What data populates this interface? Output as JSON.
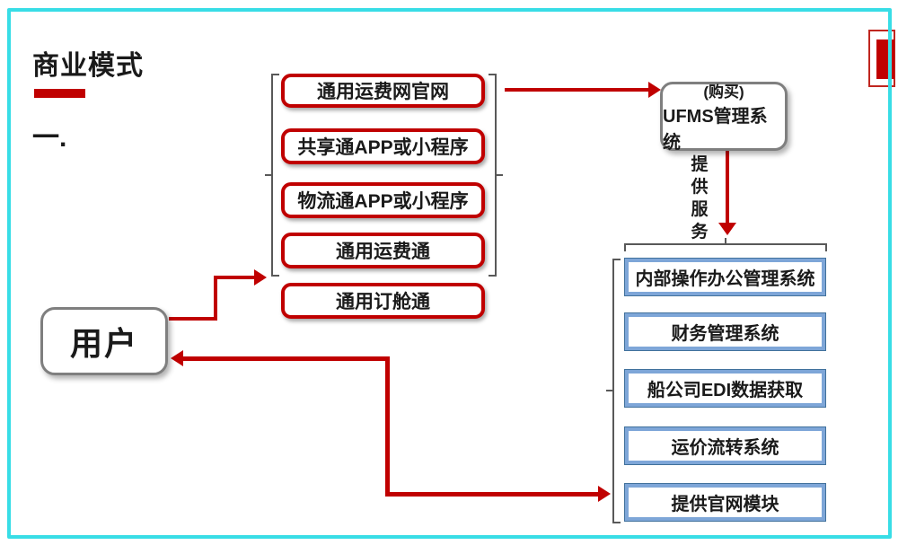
{
  "page": {
    "title": "商业模式",
    "subtitle": "一.",
    "border_color": "#38dde6",
    "accent_red": "#c00000",
    "box_gray_border": "#7f7f7f",
    "blue_border": "#41719c"
  },
  "user_box": {
    "label": "用户"
  },
  "products": {
    "items": [
      "通用运费网官网",
      "共享通APP或小程序",
      "物流通APP或小程序",
      "通用运费通",
      "通用订舱通"
    ]
  },
  "ufms_box": {
    "line1": "(购买)",
    "line2": "UFMS管理系统"
  },
  "service_label": {
    "text": "提供服务",
    "chars": [
      "提",
      "供",
      "服",
      "务"
    ]
  },
  "systems": {
    "items": [
      "内部操作办公管理系统",
      "财务管理系统",
      "船公司EDI数据获取",
      "运价流转系统",
      "提供官网模块"
    ]
  }
}
